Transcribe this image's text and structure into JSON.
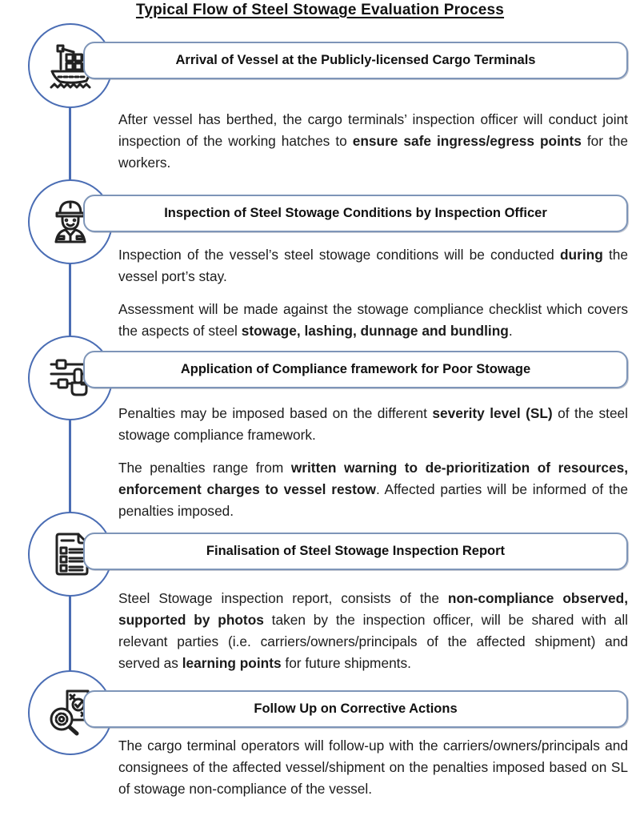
{
  "title": "Typical Flow of Steel Stowage Evaluation Process",
  "colors": {
    "accent_blue": "#4a6db4",
    "box_border": "#7e95b8",
    "text": "#1b1b1b"
  },
  "steps": [
    {
      "icon": "cargo-ship-icon",
      "header": "Arrival of Vessel at the Publicly-licensed Cargo Terminals",
      "paragraphs": [
        [
          {
            "t": "After vessel has berthed, the cargo terminals’ inspection officer will conduct joint inspection of the working hatches to ",
            "b": false
          },
          {
            "t": "ensure safe ingress/egress points",
            "b": true
          },
          {
            "t": " for the workers.",
            "b": false
          }
        ]
      ]
    },
    {
      "icon": "inspection-officer-icon",
      "header": "Inspection of Steel Stowage Conditions by Inspection Officer",
      "paragraphs": [
        [
          {
            "t": "Inspection of the vessel’s steel stowage conditions will be conducted ",
            "b": false
          },
          {
            "t": "during",
            "b": true
          },
          {
            "t": " the vessel port’s stay.",
            "b": false
          }
        ],
        [
          {
            "t": "Assessment will be made against the stowage compliance checklist which covers the aspects of steel ",
            "b": false
          },
          {
            "t": "stowage, lashing, dunnage and bundling",
            "b": true
          },
          {
            "t": ".",
            "b": false
          }
        ]
      ]
    },
    {
      "icon": "compliance-sliders-icon",
      "header": "Application of Compliance framework for Poor Stowage",
      "paragraphs": [
        [
          {
            "t": "Penalties may be imposed based on the different ",
            "b": false
          },
          {
            "t": "severity level (SL)",
            "b": true
          },
          {
            "t": " of the steel stowage compliance framework.",
            "b": false
          }
        ],
        [
          {
            "t": "The penalties range from ",
            "b": false
          },
          {
            "t": "written warning to de-prioritization of resources, enforcement charges to vessel restow",
            "b": true
          },
          {
            "t": ". Affected parties will be informed of the penalties imposed.",
            "b": false
          }
        ]
      ]
    },
    {
      "icon": "inspection-report-icon",
      "header": "Finalisation of Steel Stowage Inspection Report",
      "paragraphs": [
        [
          {
            "t": "Steel Stowage inspection report, consists of the ",
            "b": false
          },
          {
            "t": "non-compliance observed, supported by photos",
            "b": true
          },
          {
            "t": " taken by the inspection officer, will be shared with all relevant parties (i.e. carriers/owners/principals of the affected shipment) and served as ",
            "b": false
          },
          {
            "t": "learning points",
            "b": true
          },
          {
            "t": " for future shipments.",
            "b": false
          }
        ]
      ]
    },
    {
      "icon": "audit-magnifier-icon",
      "header": "Follow Up on Corrective Actions",
      "paragraphs": [
        [
          {
            "t": "The cargo terminal operators will follow-up with the carriers/owners/principals and consignees of the affected vessel/shipment on the penalties imposed based on SL of stowage non-compliance of the vessel.",
            "b": false
          }
        ]
      ]
    }
  ]
}
